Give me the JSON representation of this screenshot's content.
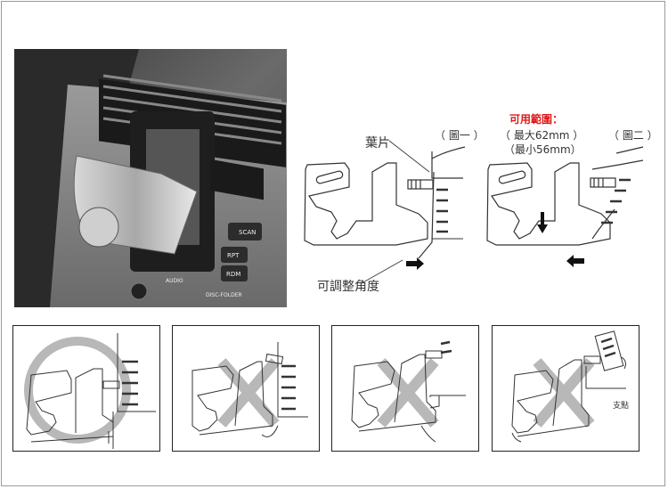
{
  "labels": {
    "vane": "葉片",
    "fig1": "（ 圖一 ）",
    "fig2": "（ 圖二 ）",
    "range_title": "可用範圍：",
    "range_max": "（ 最大62mm ）",
    "range_min": "（最小56mm）",
    "adjustable_angle": "可調整角度",
    "pivot": "支點"
  },
  "photo_text": {
    "scan": "SCAN",
    "rpt": "RPT",
    "rdm": "RDM",
    "disc_folder": "DISC-FOLDER",
    "audio": "AUDIO"
  },
  "panels": [
    {
      "mark": "correct-circle"
    },
    {
      "mark": "wrong-cross"
    },
    {
      "mark": "wrong-cross"
    },
    {
      "mark": "wrong-cross"
    }
  ],
  "colors": {
    "accent_red": "#e01818",
    "mark_gray": "#b8b8b8",
    "line": "#222222"
  }
}
